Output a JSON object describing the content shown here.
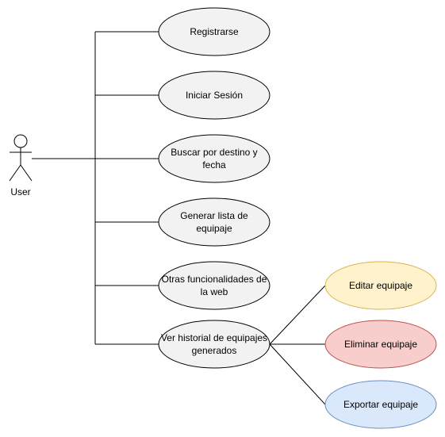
{
  "actor": {
    "label": "User"
  },
  "use_cases": [
    {
      "id": "registrarse",
      "lines": [
        "Registrarse"
      ],
      "fill": "#f2f2f2",
      "stroke": "#000000"
    },
    {
      "id": "iniciar-sesion",
      "lines": [
        "Iniciar Sesión"
      ],
      "fill": "#f2f2f2",
      "stroke": "#000000"
    },
    {
      "id": "buscar",
      "lines": [
        "Buscar por destino y",
        "fecha"
      ],
      "fill": "#f2f2f2",
      "stroke": "#000000"
    },
    {
      "id": "generar-lista",
      "lines": [
        "Generar lista de",
        "equipaje"
      ],
      "fill": "#f2f2f2",
      "stroke": "#000000"
    },
    {
      "id": "otras-funcionalidades",
      "lines": [
        "Otras funcionalidades de",
        "la web"
      ],
      "fill": "#f2f2f2",
      "stroke": "#000000"
    },
    {
      "id": "ver-historial",
      "lines": [
        "Ver historial de equipajes",
        "generados"
      ],
      "fill": "#f2f2f2",
      "stroke": "#000000"
    }
  ],
  "sub_use_cases": [
    {
      "id": "editar",
      "lines": [
        "Editar equipaje"
      ],
      "fill": "#fff2cc",
      "stroke": "#d6b656"
    },
    {
      "id": "eliminar",
      "lines": [
        "Eliminar equipaje"
      ],
      "fill": "#f8cecc",
      "stroke": "#b85450"
    },
    {
      "id": "exportar",
      "lines": [
        "Exportar equipaje"
      ],
      "fill": "#dae8fc",
      "stroke": "#6c8ebf"
    }
  ]
}
